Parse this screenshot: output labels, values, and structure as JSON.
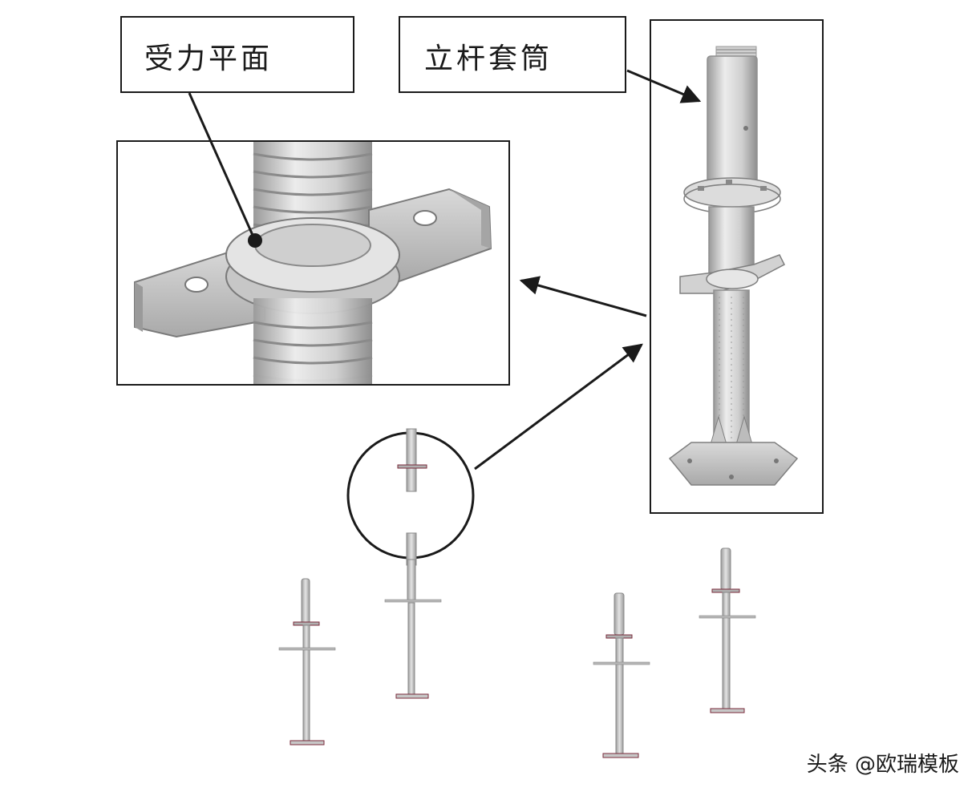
{
  "labels": {
    "bearing_surface": "受力平面",
    "pole_sleeve": "立杆套筒"
  },
  "watermark": "头条 @欧瑞模板",
  "colors": {
    "line": "#1a1a1a",
    "metal_light": "#e6e6e6",
    "metal_mid": "#bfbfbf",
    "metal_dark": "#8c8c8c",
    "base_plate_accent": "#7a2a3a"
  }
}
